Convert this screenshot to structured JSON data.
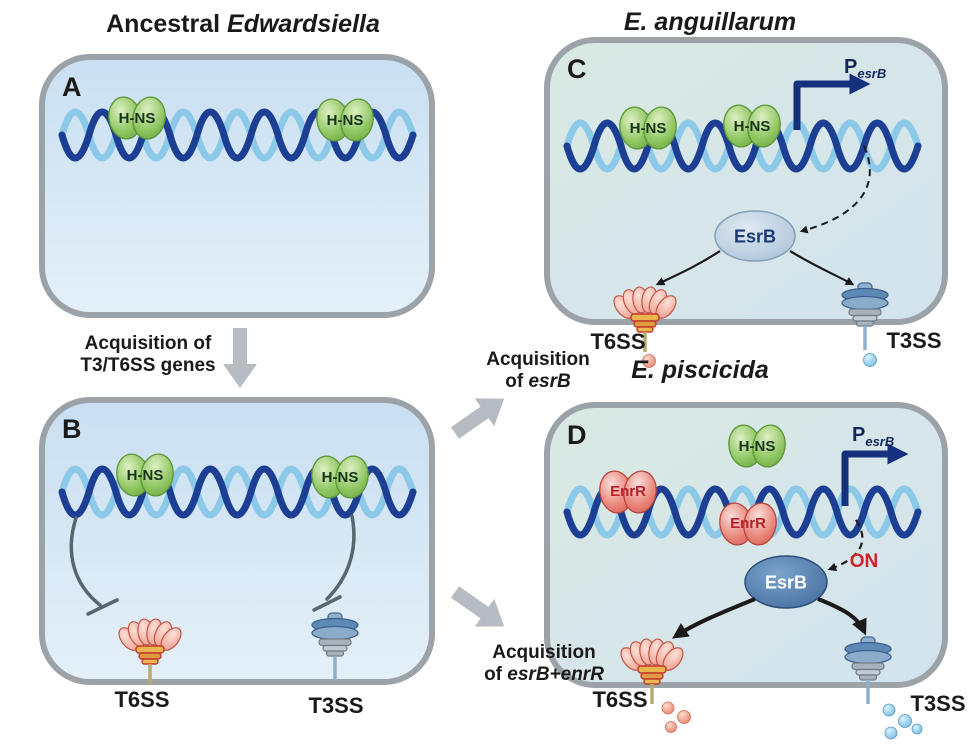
{
  "titles": {
    "ancestral_prefix": "Ancestral",
    "ancestral_species": "Edwardsiella",
    "anguillarum": "E. anguillarum",
    "piscicida": "E. piscicida"
  },
  "panel_letters": {
    "a": "A",
    "b": "B",
    "c": "C",
    "d": "D"
  },
  "proteins": {
    "hns": "H-NS",
    "enrr": "EnrR",
    "esrb": "EsrB"
  },
  "promoter": {
    "p": "P",
    "sub": "esrB"
  },
  "status": {
    "on": "ON"
  },
  "secretion": {
    "t6ss": "T6SS",
    "t3ss": "T3SS"
  },
  "transitions": {
    "a_to_b_line1": "Acquisition of",
    "a_to_b_line2": "T3/T6SS genes",
    "b_to_c_line1": "Acquisition",
    "b_to_c_line2_pre": "of ",
    "b_to_c_line2_it": "esrB",
    "b_to_d_line1": "Acquisition",
    "b_to_d_line2_pre": "of ",
    "b_to_d_line2_it": "esrB+enrR"
  },
  "colors": {
    "cell_border": "#9ba2a8",
    "cell_fill_blue": "#cfe3f3",
    "cell_fill_green": "#d8e8e4",
    "dna_strand_light": "#8cc8e8",
    "dna_strand_dark": "#1c3f94",
    "hns_green": "#7fbe54",
    "enrr_red": "#e0685f",
    "esrb_light": "#b5c9dd",
    "esrb_dark": "#4a79ae",
    "promoter_navy": "#15307c",
    "on_red": "#d02028",
    "t6ss_pink": "#ee9180",
    "t3ss_blue": "#6b94bc",
    "repression_gray": "#5a666e",
    "transition_arrow_gray": "#b6bcc2"
  }
}
